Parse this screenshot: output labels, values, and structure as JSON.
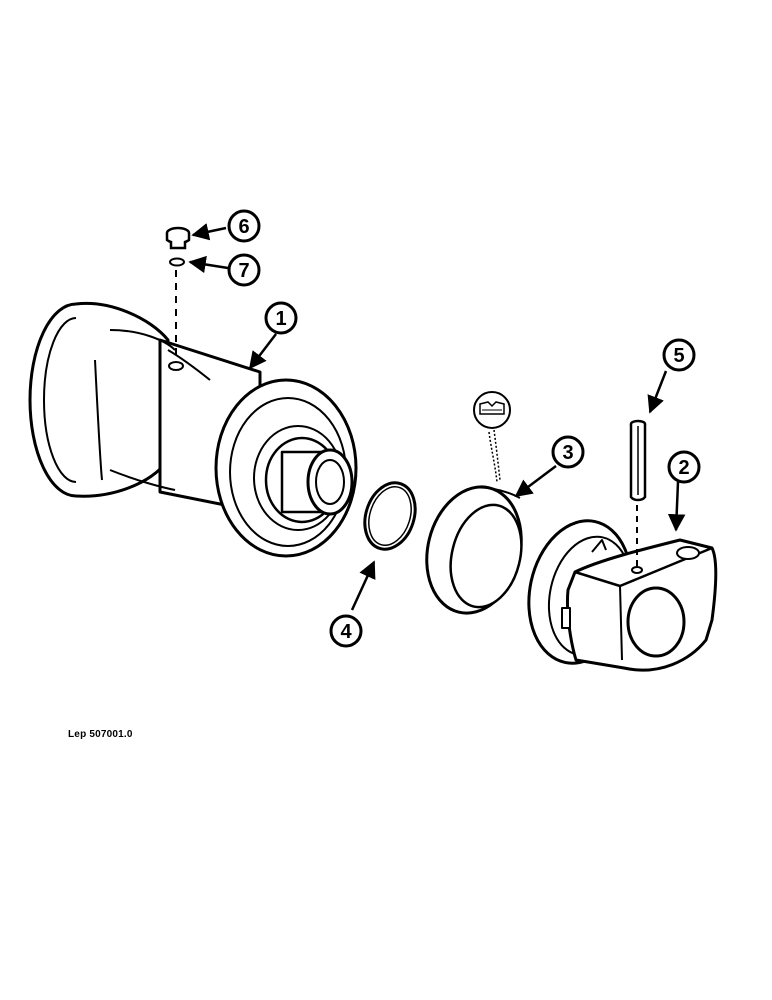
{
  "figure": {
    "reference": "Lep 507001.0",
    "callouts": [
      {
        "id": "c1",
        "number": "1"
      },
      {
        "id": "c2",
        "number": "2"
      },
      {
        "id": "c3",
        "number": "3"
      },
      {
        "id": "c4",
        "number": "4"
      },
      {
        "id": "c5",
        "number": "5"
      },
      {
        "id": "c6",
        "number": "6"
      },
      {
        "id": "c7",
        "number": "7"
      }
    ]
  },
  "colors": {
    "line": "#000000",
    "paper": "#ffffff"
  }
}
